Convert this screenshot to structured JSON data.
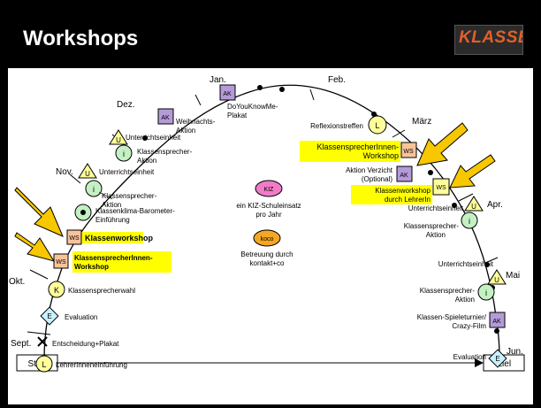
{
  "header": {
    "title": "Workshops",
    "logo_text": "KLASSE!"
  },
  "months": {
    "jan": "Jan.",
    "feb": "Feb.",
    "maerz": "März",
    "apr": "Apr.",
    "mai": "Mai",
    "jun": "Jun.",
    "dez": "Dez.",
    "nov": "Nov.",
    "okt": "Okt.",
    "sept": "Sept."
  },
  "badges": {
    "ak": "AK",
    "ws": "WS",
    "u": "U",
    "i": "i",
    "l": "L",
    "k": "K",
    "e": "E",
    "kiz": "KIZ",
    "koco": "koco"
  },
  "labels": {
    "start": "Start",
    "ziel": "Ziel",
    "lehrer_einfuehrung": "LehrerInneneinführung",
    "entscheidung": "Entscheidung+Plakat",
    "evaluation": "Evaluation",
    "klassensprecherwahl": "Klassensprecherwahl",
    "ks_workshop_1": "KlassensprecherInnen-",
    "ks_workshop_2": "Workshop",
    "klassenworkshop": "Klassenworkshop",
    "barometer_1": "Klassenklima-Barometer-",
    "barometer_2": "Einführung",
    "ks_aktion_1": "Klassensprecher-",
    "ks_aktion_2": "Aktion",
    "unterrichtseinheit": "Unterrichtseinheit",
    "weihnachts_1": "Weihnachts-",
    "weihnachts_2": "Aktion",
    "doyouknow_1": "DoYouKnowMe-",
    "doyouknow_2": "Plakat",
    "reflexionstreffen": "Reflexionstreffen",
    "aktion_verzicht_1": "Aktion Verzicht",
    "aktion_verzicht_2": "(Optional)",
    "kw_lehrer_1": "Klassenworkshop",
    "kw_lehrer_2": "durch LehrerIn",
    "spieleturnier_1": "Klassen-Spieleturnier/",
    "spieleturnier_2": "Crazy-Film",
    "kiz_1": "ein KIZ-Schuleinsatz",
    "kiz_2": "pro Jahr",
    "koco_1": "Betreuung durch",
    "koco_2": "kontakt+co"
  },
  "colors": {
    "ak": "#b59ad8",
    "ws": "#f9c39a",
    "u": "#ffff99",
    "i": "#c4f0c4",
    "l": "#ffff99",
    "k": "#ffff99",
    "e": "#c9f0ff",
    "kiz": "#f07cc8",
    "koco": "#f5a623",
    "highlight": "#ffff00",
    "arrow": "#f7c700"
  }
}
